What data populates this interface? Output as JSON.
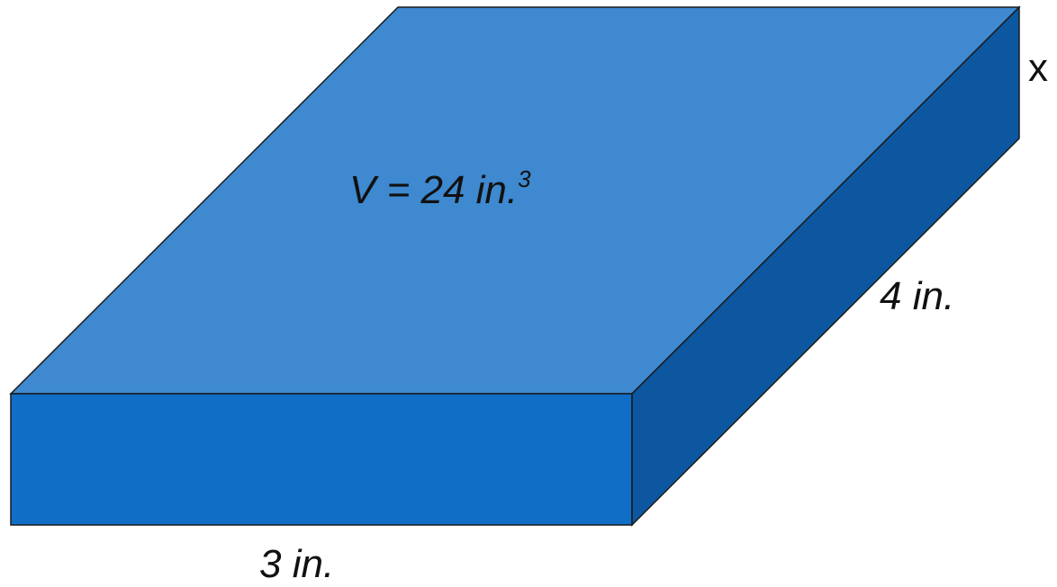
{
  "volume": {
    "prefix": "V = 24 in.",
    "exponent": "3"
  },
  "dimensions": {
    "width": "3 in.",
    "depth": "4 in.",
    "height": "x"
  },
  "colors": {
    "top_face": "#3E89CF",
    "front_face": "#106EC6",
    "side_face": "#0C579F",
    "edge": "#1a1a1a"
  }
}
